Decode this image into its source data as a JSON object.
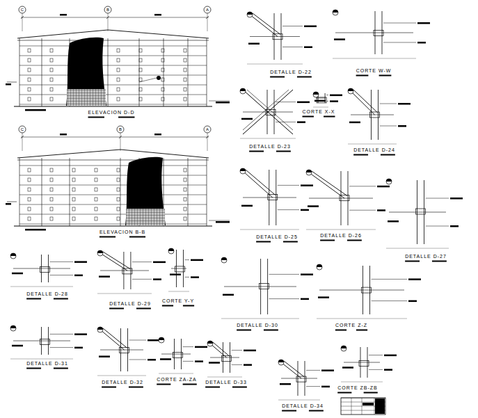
{
  "diagram": {
    "labels": [
      "C",
      "B",
      "A",
      "C",
      "B",
      "A",
      "ELEVACION D-D",
      "ELEVACION B-B",
      "DETALLE D-22",
      "CORTE W-W",
      "DETALLE D-23",
      "CORTE X-X",
      "DETALLE D-24",
      "DETALLE D-25",
      "DETALLE D-26",
      "DETALLE D-27",
      "DETALLE D-28",
      "DETALLE D-29",
      "CORTE Y-Y",
      "DETALLE D-30",
      "CORTE Z-Z",
      "DETALLE D-31",
      "DETALLE D-32",
      "CORTE ZA-ZA",
      "DETALLE D-33",
      "CORTE ZB-ZB",
      "DETALLE D-34"
    ]
  }
}
